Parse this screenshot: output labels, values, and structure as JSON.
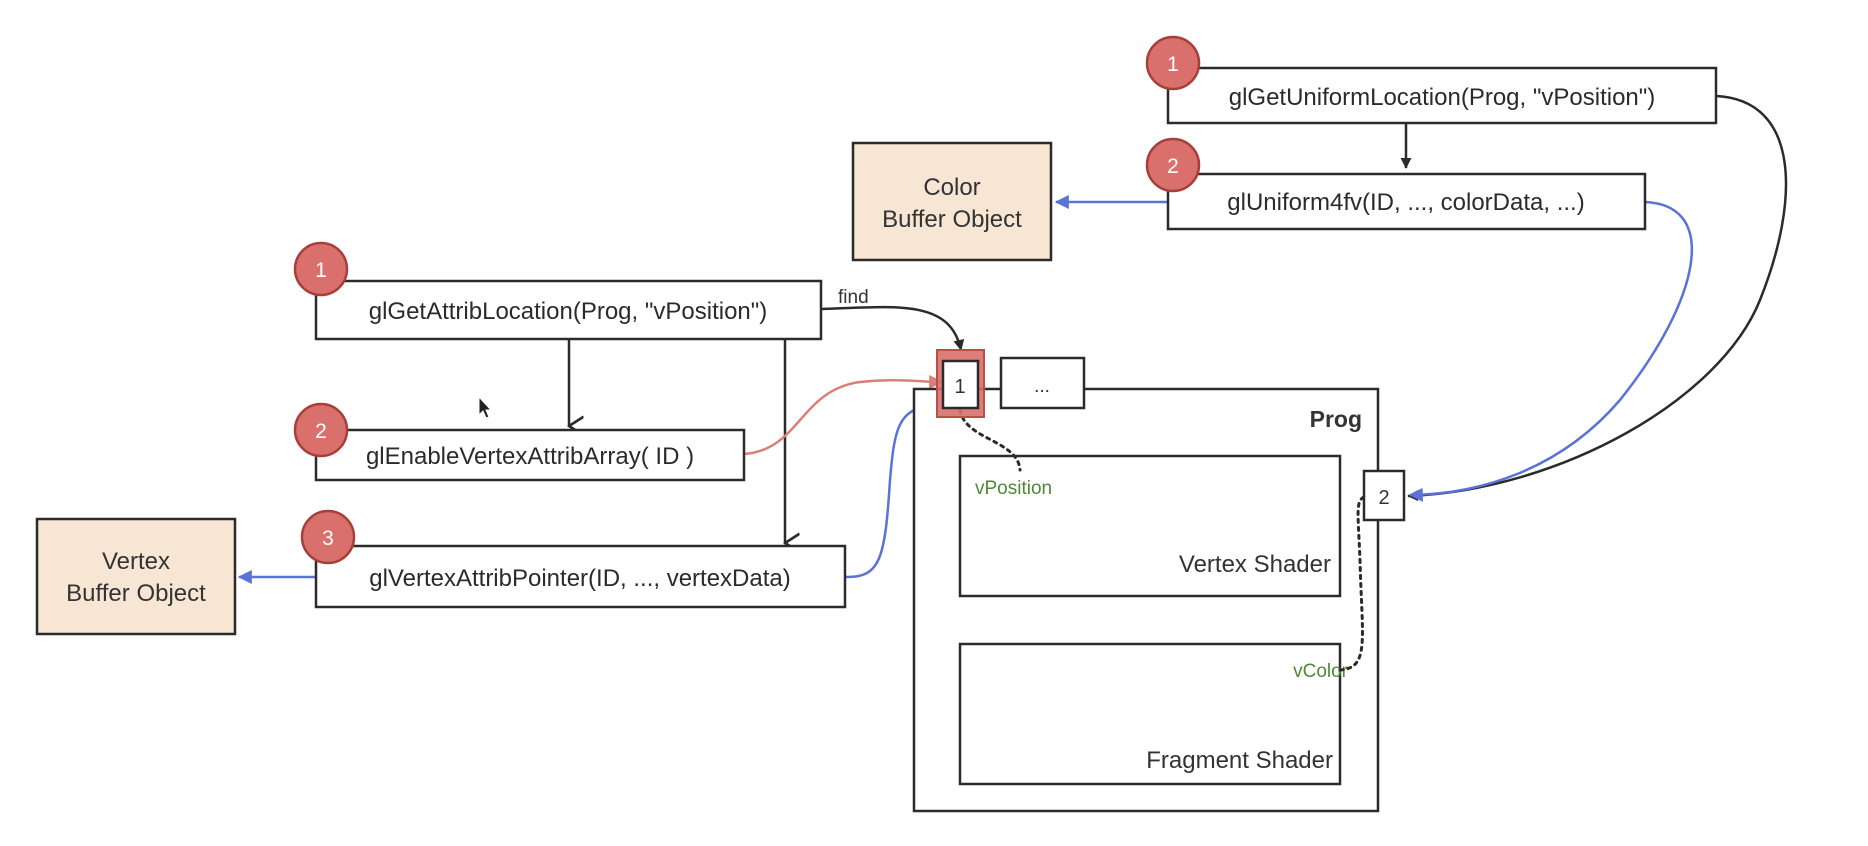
{
  "colors": {
    "badge": "#d9706c",
    "badge_border": "#a83e3a",
    "buffer_fill": "#f8e6d4",
    "arrow_blue": "#5b72d6",
    "arrow_red": "#d9807a",
    "arrow_dark": "#2b2b2b",
    "label_green": "#4d8a35",
    "slot_highlight": "#d9706c"
  },
  "attrib_flow": {
    "get_location": {
      "badge": "1",
      "text": "glGetAttribLocation(Prog, \"vPosition\")"
    },
    "enable": {
      "badge": "2",
      "text": "glEnableVertexAttribArray( ID )"
    },
    "pointer": {
      "badge": "3",
      "text": "glVertexAttribPointer(ID, ..., vertexData)"
    },
    "find_label": "find"
  },
  "uniform_flow": {
    "get_location": {
      "badge": "1",
      "text": "glGetUniformLocation(Prog, \"vPosition\")"
    },
    "set_value": {
      "badge": "2",
      "text": "glUniform4fv(ID, ..., colorData, ...)"
    }
  },
  "buffers": {
    "color": {
      "line1": "Color",
      "line2": "Buffer Object"
    },
    "vertex": {
      "line1": "Vertex",
      "line2": "Buffer Object"
    }
  },
  "program": {
    "title": "Prog",
    "attrib_slot_1": "1",
    "attrib_slot_more": "...",
    "uniform_slot_2": "2",
    "vertex_shader": {
      "title": "Vertex Shader",
      "var": "vPosition"
    },
    "fragment_shader": {
      "title": "Fragment Shader",
      "var": "vColor"
    }
  }
}
